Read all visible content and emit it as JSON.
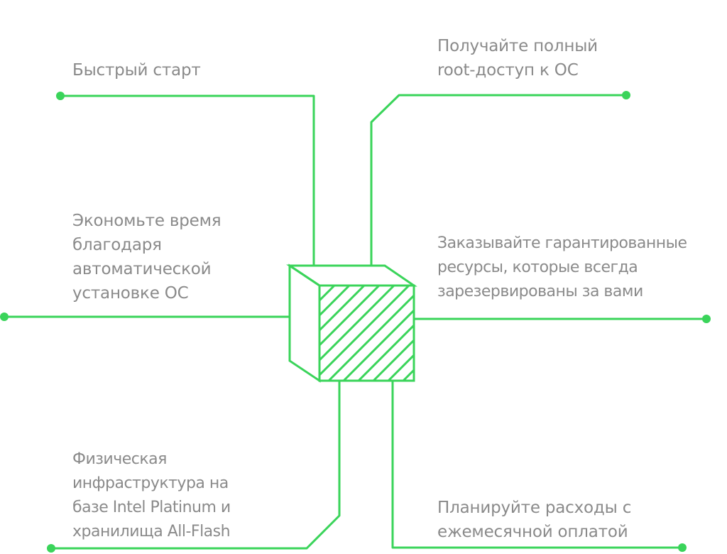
{
  "colors": {
    "line": "#3ad45a",
    "text": "#8a8a8a",
    "background": "#ffffff"
  },
  "center_icon": "cube-icon",
  "features": {
    "quick_start": {
      "lines": [
        "Быстрый старт"
      ]
    },
    "root_access": {
      "lines": [
        "Получайте полный",
        "root-доступ к ОС"
      ]
    },
    "auto_install": {
      "lines": [
        "Экономьте время",
        "благодаря",
        "автоматической",
        "установке ОС"
      ]
    },
    "guaranteed_resources": {
      "lines": [
        "Заказывайте гарантированные",
        "ресурсы, которые всегда",
        "зарезервированы за вами"
      ]
    },
    "infrastructure": {
      "lines": [
        "Физическая",
        "инфраструктура на",
        "базе Intel Platinum и",
        "хранилища All-Flash"
      ]
    },
    "monthly_payment": {
      "lines": [
        "Планируйте расходы с",
        "ежемесячной оплатой"
      ]
    }
  }
}
